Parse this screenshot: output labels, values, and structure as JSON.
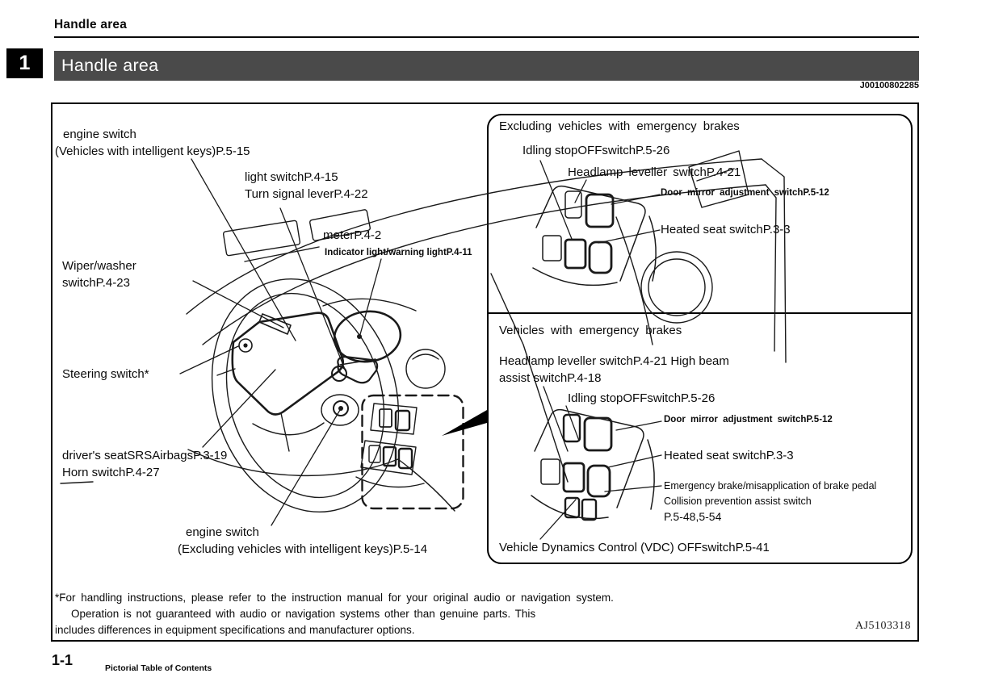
{
  "page": {
    "running_head": "Handle area",
    "chapter_number": "1",
    "banner_title": "Handle area",
    "doc_code": "J00100802285",
    "figure_code": "AJ5103318",
    "page_number": "1-1",
    "footer_section": "Pictorial Table of Contents"
  },
  "colors": {
    "banner_bg": "#4a4a4a",
    "line": "#1a1a1a"
  },
  "diagram_labels": {
    "engine_top_1": "engine switch",
    "engine_top_2": "(Vehicles with intelligent keys)P.5-15",
    "light_switch": "light switchP.4-15",
    "turn_signal": "Turn signal leverP.4-22",
    "meter": "meterP.4-2",
    "indicator": "Indicator light/warning lightP.4-11",
    "wiper_1": "Wiper/washer",
    "wiper_2": "switchP.4-23",
    "steering": "Steering switch*",
    "seat": "driver's seatSRSAirbagsP.3-19",
    "horn": "Horn switchP.4-27",
    "engine_bottom_1": "engine switch",
    "engine_bottom_2": "(Excluding vehicles with intelligent keys)P.5-14"
  },
  "panel_box": {
    "top": {
      "title": "Excluding vehicles with emergency brakes",
      "idling": "Idling stopOFFswitchP.5-26",
      "headlamp": "Headlamp leveller switchP.4-21",
      "door_mirror": "Door mirror adjustment switchP.5-12",
      "heated_seat": "Heated seat switchP.3-3"
    },
    "bottom": {
      "title": "Vehicles with emergency brakes",
      "headlamp_1": "Headlamp leveller switchP.4-21 High beam",
      "headlamp_2": "assist switchP.4-18",
      "idling": "Idling stopOFFswitchP.5-26",
      "door_mirror": "Door mirror adjustment switchP.5-12",
      "heated_seat": "Heated seat switchP.3-3",
      "emergency_1": "Emergency brake/misapplication of brake pedal",
      "emergency_2": "Collision prevention assist switch",
      "emergency_page": "P.5-48,5-54",
      "vdc": "Vehicle Dynamics Control (VDC) OFFswitchP.5-41"
    }
  },
  "footnote": {
    "line1": "*For handling instructions, please refer to the instruction manual for your original audio or navigation system.",
    "line2": "Operation is not guaranteed with audio or navigation systems other than genuine parts. This",
    "line3": "includes differences in equipment specifications and manufacturer options."
  }
}
